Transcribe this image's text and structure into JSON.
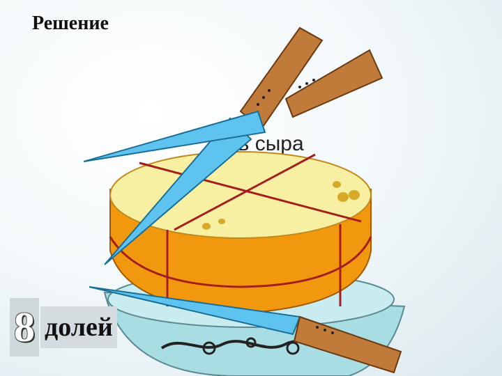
{
  "slide": {
    "title": "Решение",
    "caption_partial": "ть сыра",
    "answer": {
      "number": "8",
      "word": "долей"
    }
  },
  "colors": {
    "cheese_top": "#f7f0a2",
    "cheese_side": "#f2980e",
    "cut_line": "#a51e1e",
    "blade": "#5ec4ef",
    "handle": "#c07a3a",
    "bowl": "#a9dde4"
  }
}
